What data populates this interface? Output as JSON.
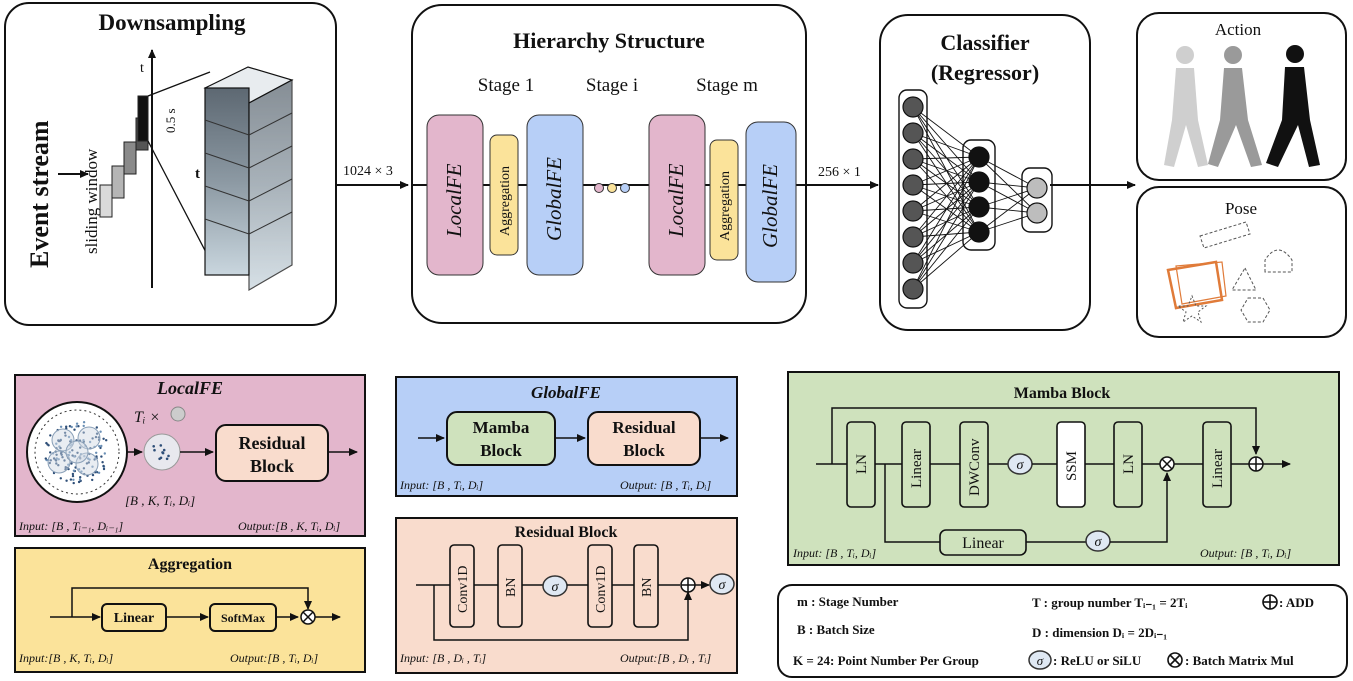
{
  "colors": {
    "local": "#e3b6cc",
    "aggregation": "#fbe39a",
    "global": "#b7cff7",
    "residual": "#f9dccd",
    "mamba": "#cfe2bd",
    "accent_orange": "#e07b39",
    "sigma_fill": "#dfe8f3",
    "neuron_gray": "#555555",
    "neuron_light": "#bdbdbd"
  },
  "top": {
    "downsampling": {
      "title": "Downsampling",
      "side_label": "Event stream",
      "window_label": "sliding window",
      "t_axis": "t",
      "duration": "0.5 s",
      "cube_t": "t"
    },
    "arrow_in_dim": "1024 × 3",
    "hierarchy": {
      "title": "Hierarchy Structure",
      "stage1": "Stage 1",
      "stagei": "Stage i",
      "stagem": "Stage m",
      "local": "LocalFE",
      "aggregation": "Aggregation",
      "global": "GlobalFE"
    },
    "arrow_out_dim": "256 × 1",
    "classifier": {
      "title_line1": "Classifier",
      "title_line2": "(Regressor)"
    },
    "action": {
      "title": "Action"
    },
    "pose": {
      "title": "Pose"
    }
  },
  "localfe": {
    "title": "LocalFE",
    "tmul": "Tᵢ ×",
    "residual_l1": "Residual",
    "residual_l2": "Block",
    "shape": "[B , K,  Tᵢ,  Dᵢ]",
    "input": "Input: [B , Tᵢ₋₁,  Dᵢ₋₁]",
    "output": "Output:[B , K,  Tᵢ,  Dᵢ]"
  },
  "aggregation": {
    "title": "Aggregation",
    "linear": "Linear",
    "softmax": "SoftMax",
    "input": "Input:[B , K,  Tᵢ,  Dᵢ]",
    "output": "Output:[B , Tᵢ,  Dᵢ]"
  },
  "globalfe": {
    "title": "GlobalFE",
    "mamba_l1": "Mamba",
    "mamba_l2": "Block",
    "residual_l1": "Residual",
    "residual_l2": "Block",
    "input": "Input: [B , Tᵢ,  Dᵢ]",
    "output": "Output: [B , Tᵢ,  Dᵢ]"
  },
  "residual": {
    "title": "Residual Block",
    "conv": "Conv1D",
    "bn": "BN",
    "sigma": "σ",
    "input": "Input: [B , Dᵢ , Tᵢ]",
    "output": "Output:[B , Dᵢ , Tᵢ]"
  },
  "mamba": {
    "title": "Mamba Block",
    "ln": "LN",
    "linear": "Linear",
    "dwconv": "DWConv",
    "ssm": "SSM",
    "sigma": "σ",
    "input": "Input: [B , Tᵢ,  Dᵢ]",
    "output": "Output: [B , Tᵢ,  Dᵢ]"
  },
  "legend": {
    "m": "m : Stage Number",
    "b": "B : Batch Size",
    "k": "K = 24: Point Number Per Group",
    "t": "T  : group number Tᵢ₋₁ = 2Tᵢ",
    "d": "D : dimension  Dᵢ = 2Dᵢ₋₁",
    "relu": ": ReLU or SiLU",
    "add": ": ADD",
    "bmm": ": Batch Matrix Mul",
    "sigma": "σ",
    "plus_sym": "⊕",
    "times_sym": "⊗"
  }
}
